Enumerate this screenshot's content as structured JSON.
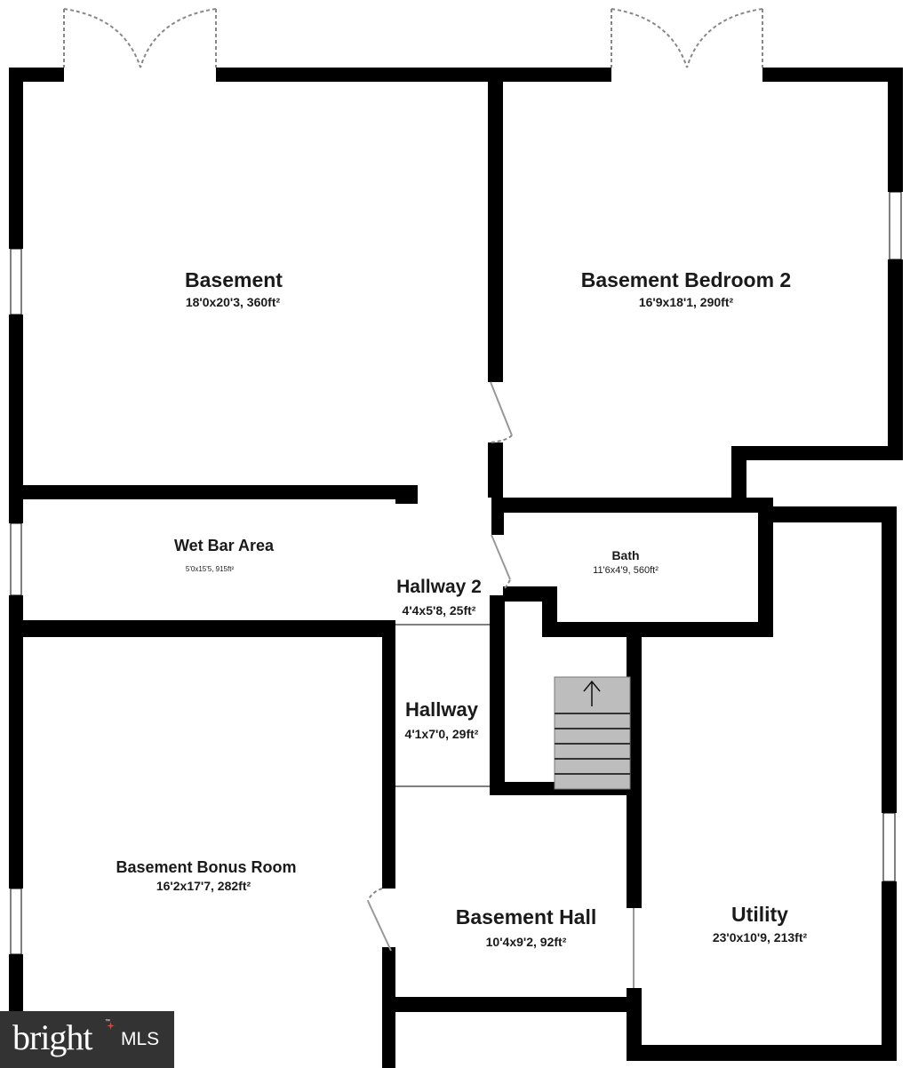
{
  "rooms": {
    "basement": {
      "name": "Basement",
      "dims": "18'0x20'3, 360ft²"
    },
    "bedroom2": {
      "name": "Basement Bedroom 2",
      "dims": "16'9x18'1, 290ft²"
    },
    "wet_bar": {
      "name": "Wet Bar Area",
      "dims": "5'0x15'5, 915ft²"
    },
    "bath": {
      "name": "Bath",
      "dims": "11'6x4'9, 560ft²"
    },
    "hallway2": {
      "name": "Hallway 2",
      "dims": "4'4x5'8, 25ft²"
    },
    "hallway": {
      "name": "Hallway",
      "dims": "4'1x7'0, 29ft²"
    },
    "bonus_room": {
      "name": "Basement Bonus Room",
      "dims": "16'2x17'7, 282ft²"
    },
    "basement_hall": {
      "name": "Basement Hall",
      "dims": "10'4x9'2, 92ft²"
    },
    "utility": {
      "name": "Utility",
      "dims": "23'0x10'9, 213ft²"
    }
  },
  "stairs": {
    "direction": "up",
    "icon": "arrow-up-icon"
  },
  "watermark": {
    "brand": "bright",
    "suffix": "MLS",
    "trademark": "™"
  },
  "colors": {
    "wall": "#000000",
    "stairs": "#bdbdbd",
    "door_swing": "#888888",
    "window": "#ffffff",
    "badge": "#333333",
    "spark": "#e8452c"
  }
}
